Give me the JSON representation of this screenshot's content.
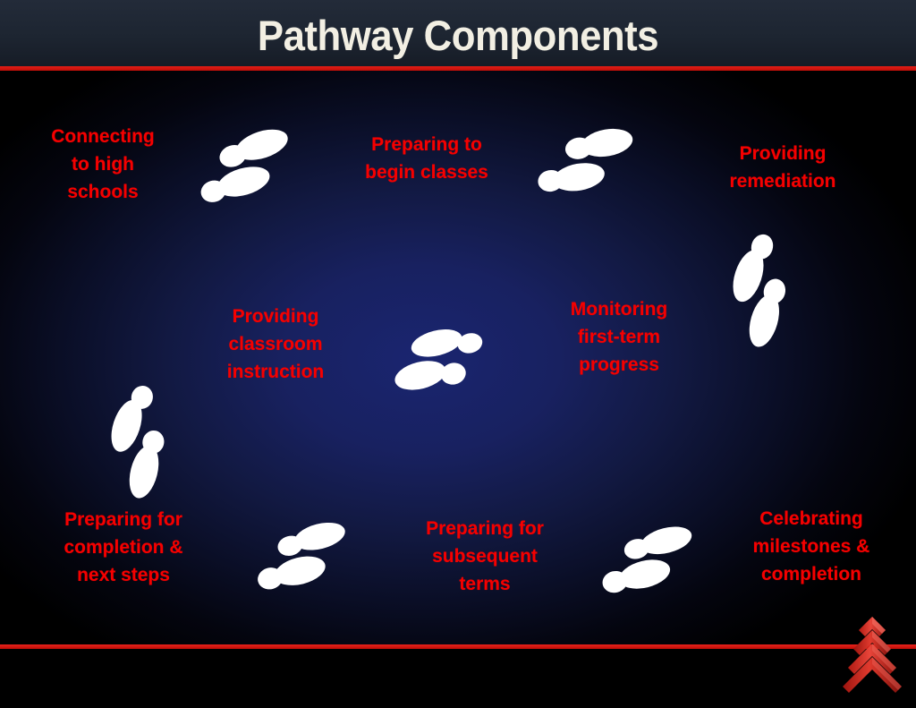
{
  "slide": {
    "title": "Pathway Components",
    "colors": {
      "header_bg": "#1e2530",
      "title_text": "#f2efe3",
      "accent_rule": "#d41209",
      "label_text": "#f50000",
      "stage_bg_center": "#1a2570",
      "stage_bg_edge": "#000000",
      "footprint_fill": "#ffffff",
      "logo_red": "#e0352a"
    }
  },
  "components": [
    {
      "id": "connecting-to-high-schools",
      "label": "Connecting\nto high\nschools"
    },
    {
      "id": "preparing-to-begin-classes",
      "label": "Preparing to\nbegin classes"
    },
    {
      "id": "providing-remediation",
      "label": "Providing\nremediation"
    },
    {
      "id": "monitoring-first-term-progress",
      "label": "Monitoring\nfirst-term\nprogress"
    },
    {
      "id": "celebrating-milestones-completion",
      "label": "Celebrating\nmilestones &\ncompletion"
    },
    {
      "id": "preparing-for-subsequent-terms",
      "label": "Preparing for\nsubsequent\nterms"
    },
    {
      "id": "preparing-for-completion-next-steps",
      "label": "Preparing for\ncompletion &\nnext steps"
    },
    {
      "id": "providing-classroom-instruction",
      "label": "Providing\nclassroom\ninstruction"
    }
  ],
  "footprints": [
    {
      "id": "footprint-top-left",
      "orientation": "pointing-right"
    },
    {
      "id": "footprint-top-right",
      "orientation": "pointing-right"
    },
    {
      "id": "footprint-right",
      "orientation": "pointing-up"
    },
    {
      "id": "footprint-center",
      "orientation": "pointing-right"
    },
    {
      "id": "footprint-left",
      "orientation": "pointing-up"
    },
    {
      "id": "footprint-bottom-left",
      "orientation": "pointing-right"
    },
    {
      "id": "footprint-bottom-right",
      "orientation": "pointing-right"
    }
  ],
  "logo": {
    "id": "stepped-pyramid-logo",
    "shape": "chevron-pyramid"
  }
}
